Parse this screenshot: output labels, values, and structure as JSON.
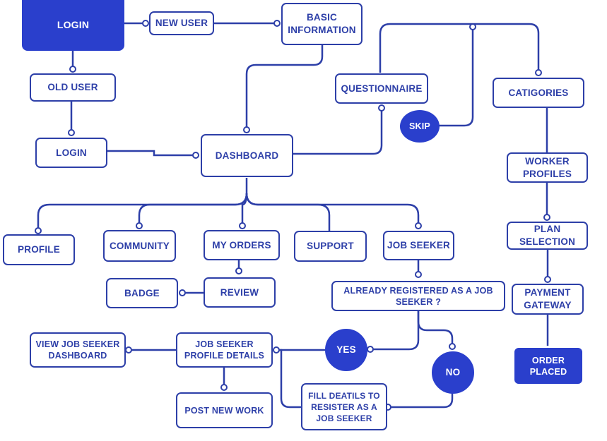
{
  "colors": {
    "line": "#2d3fa8",
    "fill": "#2a3fcc",
    "text_on_fill": "#ffffff"
  },
  "nodes": {
    "login_main": "LOGIN",
    "new_user": "NEW USER",
    "basic_information": "BASIC INFORMATION",
    "old_user": "OLD USER",
    "login": "LOGIN",
    "dashboard": "DASHBOARD",
    "questionnaire": "QUESTIONNAIRE",
    "skip": "SKIP",
    "categories": "CATIGORIES",
    "worker_profiles": "WORKER PROFILES",
    "plan_selection": "PLAN SELECTION",
    "payment_gateway": "PAYMENT GATEWAY",
    "order_placed": "ORDER PLACED",
    "profile": "PROFILE",
    "community": "COMMUNITY",
    "my_orders": "MY ORDERS",
    "support": "SUPPORT",
    "job_seeker": "JOB SEEKER",
    "badge": "BADGE",
    "review": "REVIEW",
    "already_registered": "ALREADY REGISTERED AS A JOB SEEKER ?",
    "yes": "YES",
    "no": "NO",
    "view_job_seeker_dashboard": "VIEW JOB SEEKER DASHBOARD",
    "job_seeker_profile_details": "JOB SEEKER PROFILE DETAILS",
    "post_new_work": "POST NEW WORK",
    "fill_details": "FILL DEATILS TO RESISTER AS A JOB SEEKER"
  }
}
